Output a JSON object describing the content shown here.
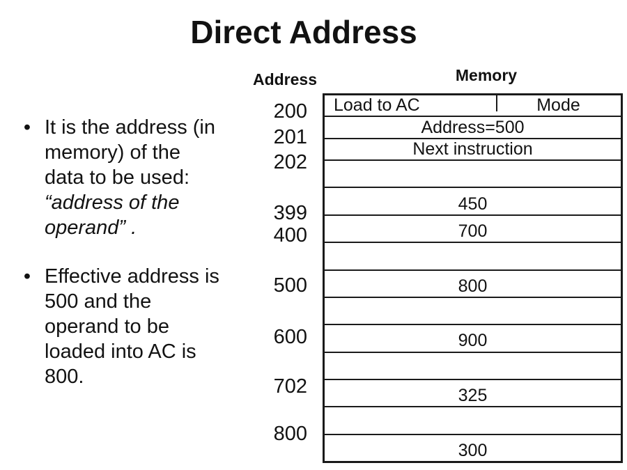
{
  "title": "Direct Address",
  "bullet_char": "•",
  "bullets": [
    {
      "lines": [
        "It is the address (in",
        "memory) of the",
        "data to be used:",
        "“address of the",
        "operand” ."
      ]
    },
    {
      "lines": [
        "Effective address is",
        "500 and the",
        "operand to be",
        "loaded into AC is",
        "800."
      ]
    }
  ],
  "memory": {
    "address_header": "Address",
    "memory_header": "Memory",
    "addresses": [
      "200",
      "201",
      "202",
      "399",
      "400",
      "500",
      "600",
      "702",
      "800"
    ],
    "rows": [
      {
        "left": "Load to AC",
        "right": "Mode"
      },
      {
        "value": "Address=500"
      },
      {
        "value": "Next instruction"
      },
      {
        "value": ""
      },
      {
        "value": "450"
      },
      {
        "value": "700"
      },
      {
        "value": ""
      },
      {
        "value": "800"
      },
      {
        "value": ""
      },
      {
        "value": "900"
      },
      {
        "value": ""
      },
      {
        "value": "325"
      },
      {
        "value": ""
      },
      {
        "value": "300"
      }
    ]
  },
  "colors": {
    "text": "#121212",
    "table_border": "#1a1a1a",
    "background": "#ffffff"
  }
}
